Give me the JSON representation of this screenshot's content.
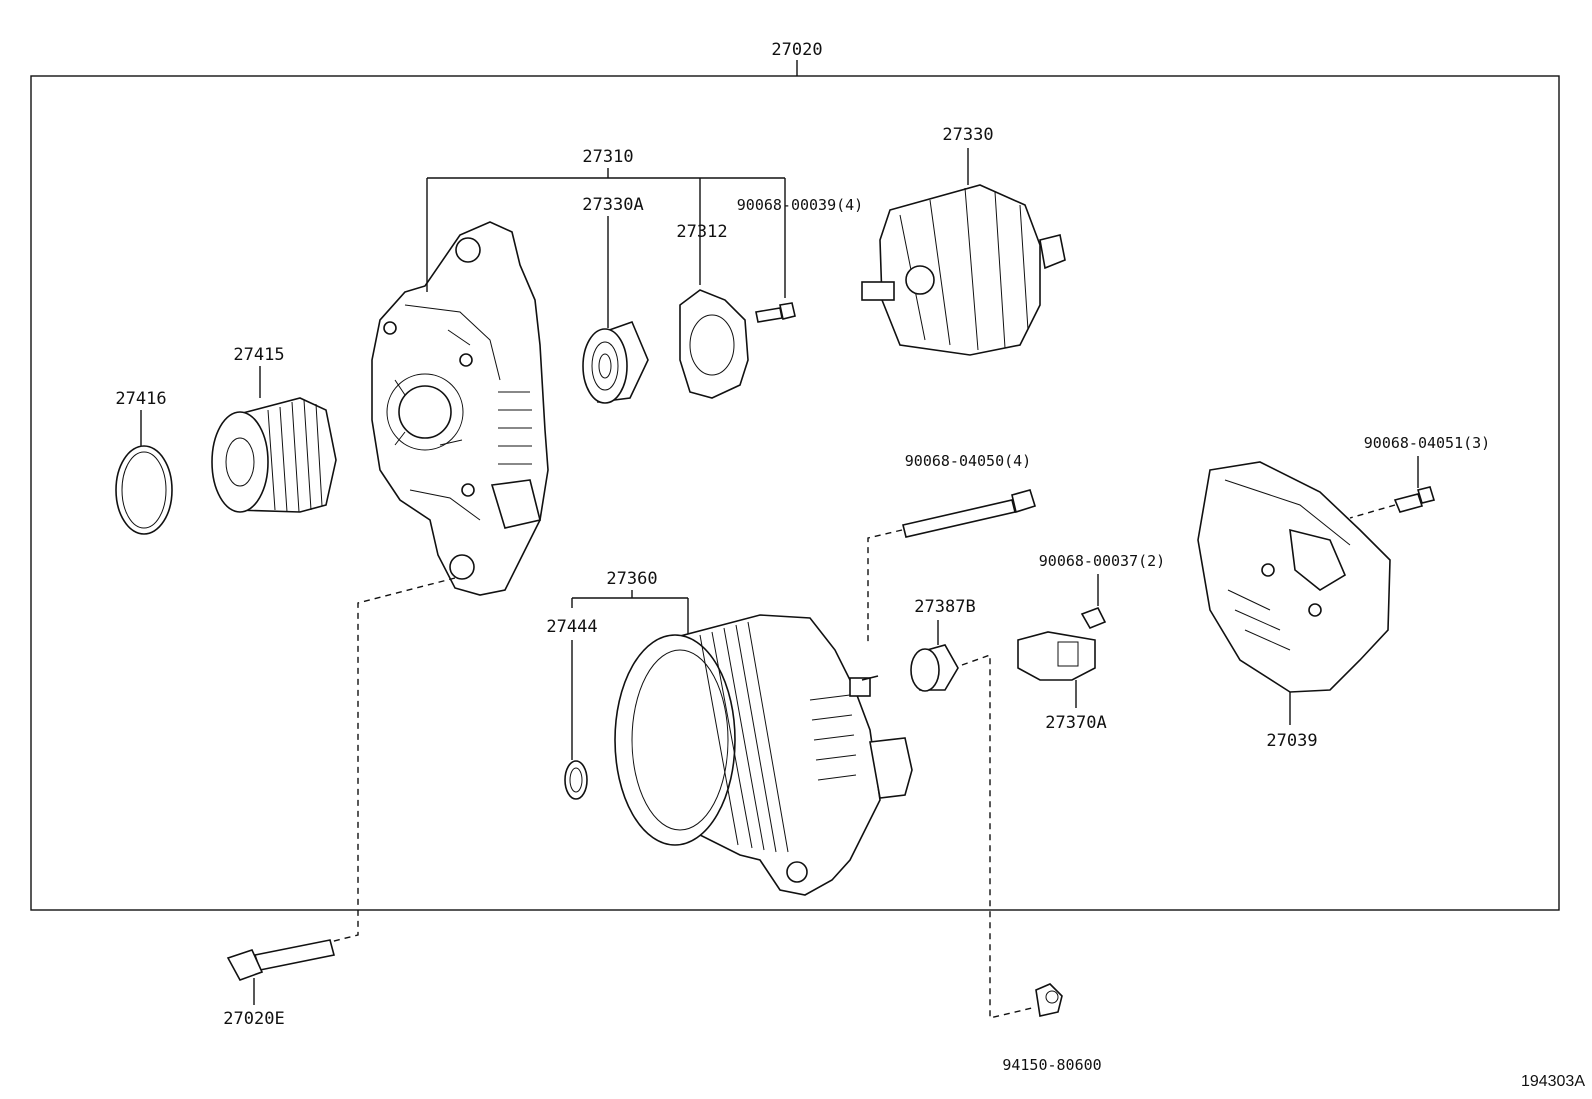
{
  "labels": {
    "assembly": "27020",
    "bracket_group": "27310",
    "bearing": "27330A",
    "retainer": "27312",
    "retainer_screw": "90068-00039(4)",
    "rotor": "27330",
    "pulley": "27415",
    "pulley_cap": "27416",
    "through_bolt": "90068-04050(4)",
    "rear_cover_bolt": "90068-04051(3)",
    "stator_group": "27360",
    "stator_ring": "27444",
    "brush_screw": "90068-00037(2)",
    "insulator": "27387B",
    "brush_holder": "27370A",
    "rear_cover": "27039",
    "mount_bolt": "27020E",
    "terminal_nut": "94150-80600"
  },
  "diagram_code": "194303A"
}
